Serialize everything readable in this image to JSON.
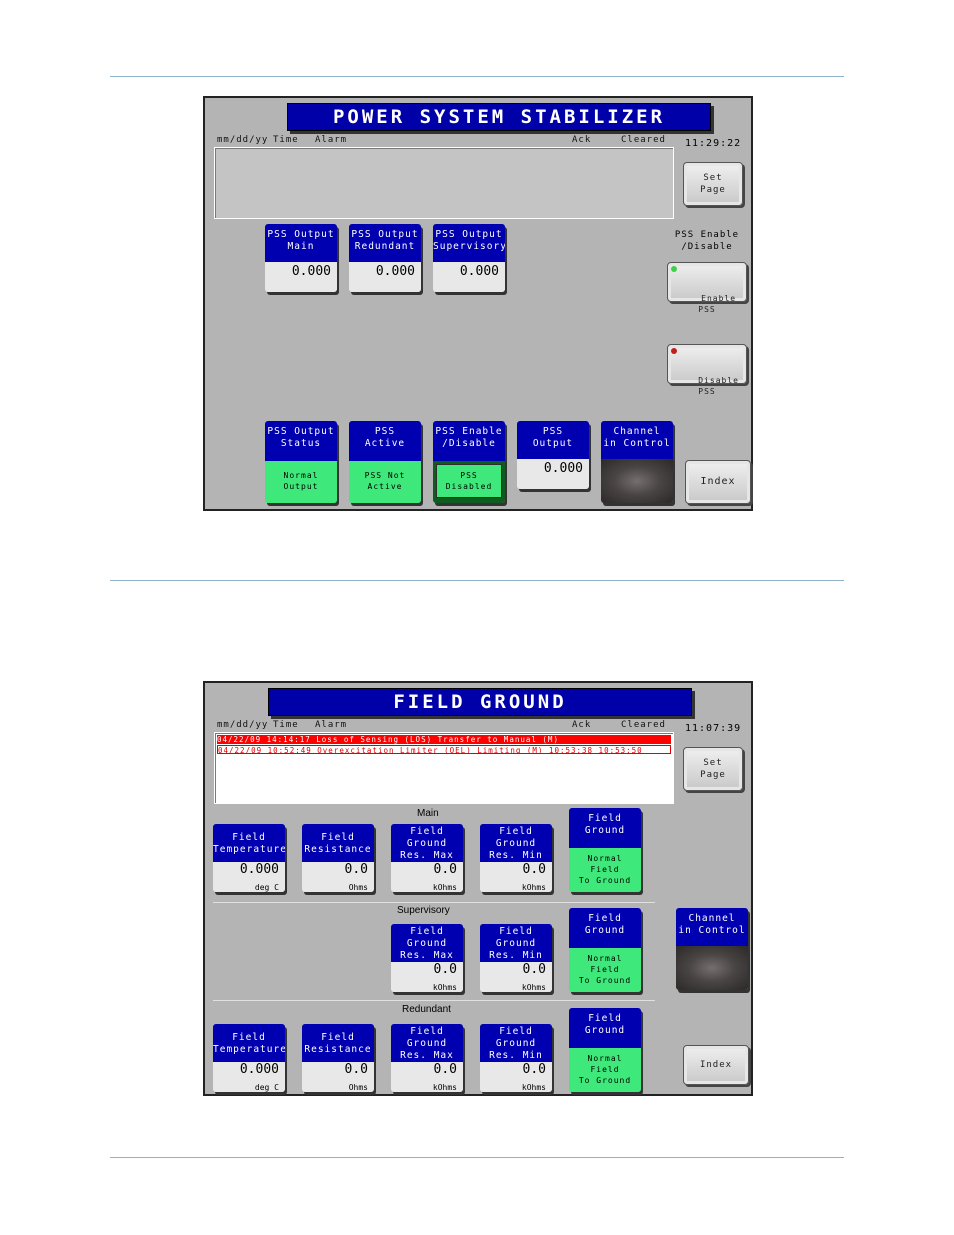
{
  "pss": {
    "title": "POWER SYSTEM STABILIZER",
    "headers": {
      "date": "mm/dd/yy",
      "time": "Time",
      "alarm": "Alarm",
      "ack": "Ack",
      "cleared": "Cleared"
    },
    "clock": "11:29:22",
    "set_page": "Set\nPage",
    "outputs": [
      {
        "label": "PSS Output\nMain",
        "value": "0.000"
      },
      {
        "label": "PSS Output\nRedundant",
        "value": "0.000"
      },
      {
        "label": "PSS Output\nSupervisory",
        "value": "0.000"
      }
    ],
    "enable_label": "PSS Enable\n/Disable",
    "enable_btn": "Enable\nPSS",
    "disable_btn": "Disable\nPSS",
    "status": [
      {
        "label": "PSS Output\nStatus",
        "state": "Normal\nOutput"
      },
      {
        "label": "PSS\nActive",
        "state": "PSS Not\nActive"
      },
      {
        "label": "PSS Enable\n/Disable",
        "state": "PSS\nDisabled"
      }
    ],
    "pss_output": {
      "label": "PSS\nOutput",
      "value": "0.000"
    },
    "channel": "Channel\nin Control",
    "index": "Index",
    "colors": {
      "panel": "#b4b4b4",
      "title": "#0000a8",
      "ok": "#3ee87a",
      "alarm": "#ff0000"
    }
  },
  "fg": {
    "title": "FIELD GROUND",
    "headers": {
      "date": "mm/dd/yy",
      "time": "Time",
      "alarm": "Alarm",
      "ack": "Ack",
      "cleared": "Cleared"
    },
    "clock": "11:07:39",
    "alarms": [
      "04/22/09 14:14:17 Loss of Sensing (LOS) Transfer to Manual (M)",
      "04/22/09 10:52:49 Overexcitation Limiter (OEL) Limiting (M)         10:53:38 10:53:50"
    ],
    "set_page": "Set\nPage",
    "sections": {
      "main": "Main",
      "supervisory": "Supervisory",
      "redundant": "Redundant"
    },
    "main_tiles": [
      {
        "label": "Field\nTemperature",
        "value": "0.000",
        "unit": "deg C"
      },
      {
        "label": "Field\nResistance",
        "value": "0.0",
        "unit": "Ohms"
      },
      {
        "label": "Field\nGround\nRes. Max",
        "value": "0.0",
        "unit": "kOhms"
      },
      {
        "label": "Field\nGround\nRes. Min",
        "value": "0.0",
        "unit": "kOhms"
      }
    ],
    "sup_tiles": [
      {
        "label": "Field\nGround\nRes. Max",
        "value": "0.0",
        "unit": "kOhms"
      },
      {
        "label": "Field\nGround\nRes. Min",
        "value": "0.0",
        "unit": "kOhms"
      }
    ],
    "red_tiles": [
      {
        "label": "Field\nTemperature",
        "value": "0.000",
        "unit": "deg C"
      },
      {
        "label": "Field\nResistance",
        "value": "0.0",
        "unit": "Ohms"
      },
      {
        "label": "Field\nGround\nRes. Max",
        "value": "0.0",
        "unit": "kOhms"
      },
      {
        "label": "Field\nGround\nRes. Min",
        "value": "0.0",
        "unit": "kOhms"
      }
    ],
    "ground_label": "Field\nGround",
    "ground_state": "Normal\nField\nTo Ground",
    "channel": "Channel\nin Control",
    "index": "Index"
  }
}
